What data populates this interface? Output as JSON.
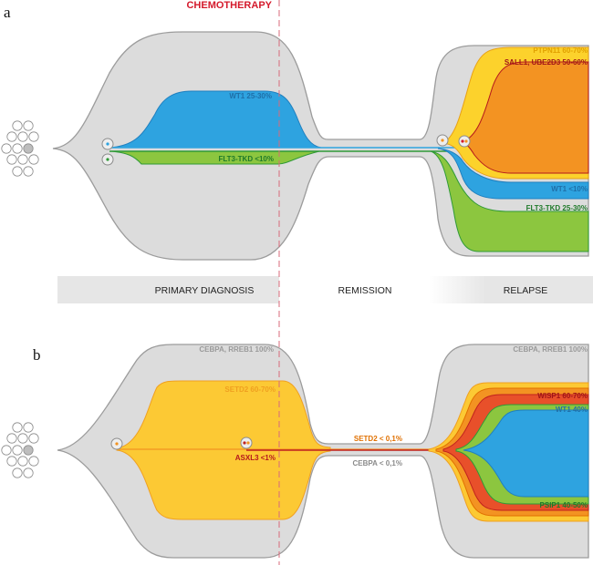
{
  "panels": [
    {
      "id": "a"
    },
    {
      "id": "b"
    }
  ],
  "chemo_label": "CHEMOTHERAPY",
  "phases": [
    "PRIMARY DIAGNOSIS",
    "REMISSION",
    "RELAPSE"
  ],
  "panel_a": {
    "clones": [
      {
        "label": "WT1 25-30%",
        "color": "#2ea3e0"
      },
      {
        "label": "FLT3-TKD <10%",
        "color": "#8cc63f"
      },
      {
        "label": "PTPN11 60-70%",
        "color": "#fcd22c"
      },
      {
        "label": "SALL1, UBE2D3 50-60%",
        "color": "#f39322"
      },
      {
        "label": "WT1 <10%",
        "color": "#2ea3e0"
      },
      {
        "label": "FLT3-TKD 25-30%",
        "color": "#8cc63f"
      }
    ]
  },
  "panel_b": {
    "clones": [
      {
        "label": "CEBPA, RREB1 100%",
        "color": "#d9d9d9"
      },
      {
        "label": "SETD2 60-70%",
        "color": "#fcc934"
      },
      {
        "label": "ASXL3 <1%",
        "color": "#c0221e"
      },
      {
        "label": "SETD2 < 0,1%",
        "color": "#f39322"
      },
      {
        "label": "CEBPA < 0,1%",
        "color": "#9a9a9a"
      },
      {
        "label": "CEBPA, RREB1 100%",
        "color": "#d9d9d9"
      },
      {
        "label": "WISP1 60-70%",
        "color": "#e8502a"
      },
      {
        "label": "WT1 40%",
        "color": "#2ea3e0"
      },
      {
        "label": "PSIP1 40-50%",
        "color": "#8cc63f"
      }
    ]
  },
  "colors": {
    "founder": "#dcdcdc",
    "outline": "#9c9c9c",
    "wt1": "#2ea3e0",
    "flt3": "#8cc63f",
    "ptpn11": "#fcd22c",
    "sall1": "#f39322",
    "setd2": "#fcc934",
    "wisp1": "#e8502a",
    "asxl3": "#c0221e",
    "chemo": "#d4192b"
  }
}
